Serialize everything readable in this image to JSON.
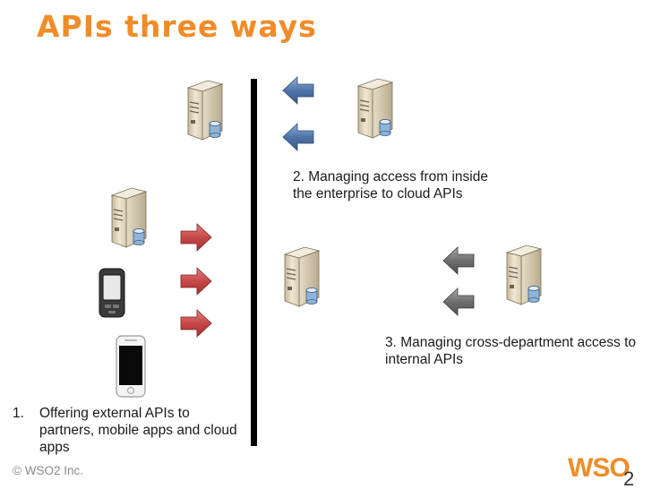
{
  "slide": {
    "title": "APIs three ways",
    "item1": {
      "number": "1.",
      "text": "Offering external APIs to partners, mobile apps and cloud apps"
    },
    "item2": {
      "line1": "2. Managing access from inside",
      "line2": "the enterprise to cloud APIs"
    },
    "item3": {
      "line1": "3. Managing cross-department access to",
      "line2": "internal APIs"
    },
    "footer": {
      "copyright": "© WSO2 Inc."
    },
    "logo": {
      "wso": "WSO",
      "two": "2"
    }
  },
  "colors": {
    "title": "#f08c28",
    "arrow_red": "#c84848",
    "arrow_blue": "#4f74a8",
    "arrow_gray": "#6e6e6e",
    "server_body": "#e9dfc9",
    "divider": "#000000"
  },
  "icons": {
    "server": "server-icon",
    "red_arrow": "arrow-right-icon",
    "blue_arrow": "arrow-left-icon",
    "gray_arrow": "arrow-left-icon",
    "feature_phone": "mobile-phone-icon",
    "smartphone": "smartphone-icon"
  }
}
